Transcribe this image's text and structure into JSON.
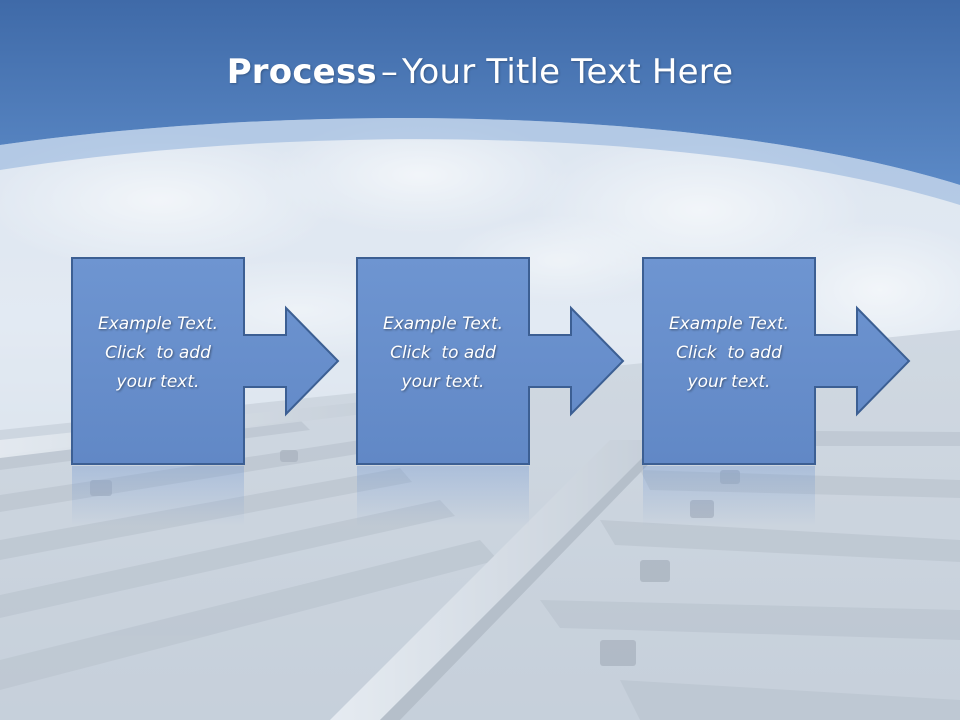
{
  "slide": {
    "title_bold": "Process",
    "title_dash": "–",
    "title_rest": "Your Title Text Here",
    "steps": [
      {
        "lines": [
          "Example Text.",
          "Click  to add",
          "your text."
        ]
      },
      {
        "lines": [
          "Example Text.",
          "Click  to add",
          "your text."
        ]
      },
      {
        "lines": [
          "Example Text.",
          "Click  to add",
          "your text."
        ]
      }
    ]
  },
  "colors": {
    "header_blue": "#4a78b6",
    "box_fill": "#6b92cf",
    "box_border": "#3c5f93"
  }
}
